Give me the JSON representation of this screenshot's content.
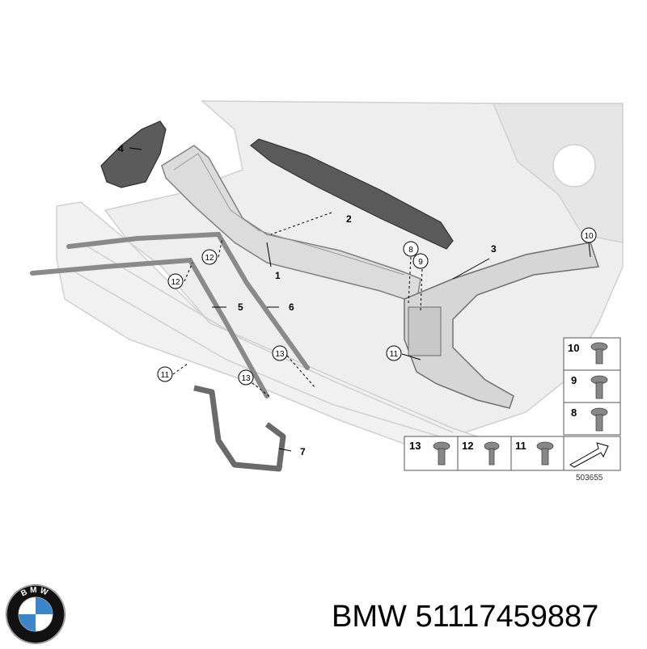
{
  "diagram": {
    "drawing_number": "503655",
    "callouts": [
      {
        "id": "c1",
        "label": "1"
      },
      {
        "id": "c2",
        "label": "2"
      },
      {
        "id": "c3",
        "label": "3"
      },
      {
        "id": "c4",
        "label": "4"
      },
      {
        "id": "c5",
        "label": "5"
      },
      {
        "id": "c6",
        "label": "6"
      },
      {
        "id": "c7",
        "label": "7"
      },
      {
        "id": "c8",
        "label": "8"
      },
      {
        "id": "c9",
        "label": "9"
      },
      {
        "id": "c10",
        "label": "10"
      },
      {
        "id": "c11a",
        "label": "11"
      },
      {
        "id": "c11b",
        "label": "11"
      },
      {
        "id": "c12a",
        "label": "12"
      },
      {
        "id": "c12b",
        "label": "12"
      },
      {
        "id": "c13a",
        "label": "13"
      },
      {
        "id": "c13b",
        "label": "13"
      }
    ],
    "parts_table": {
      "right_column": [
        "10",
        "9",
        "8"
      ],
      "bottom_row": [
        "13",
        "12",
        "11"
      ]
    }
  },
  "brand": {
    "logo_letters": "BMW",
    "logo_blue": "#3a86c8"
  },
  "caption": {
    "brand": "BMW",
    "part_number": "51117459887"
  }
}
